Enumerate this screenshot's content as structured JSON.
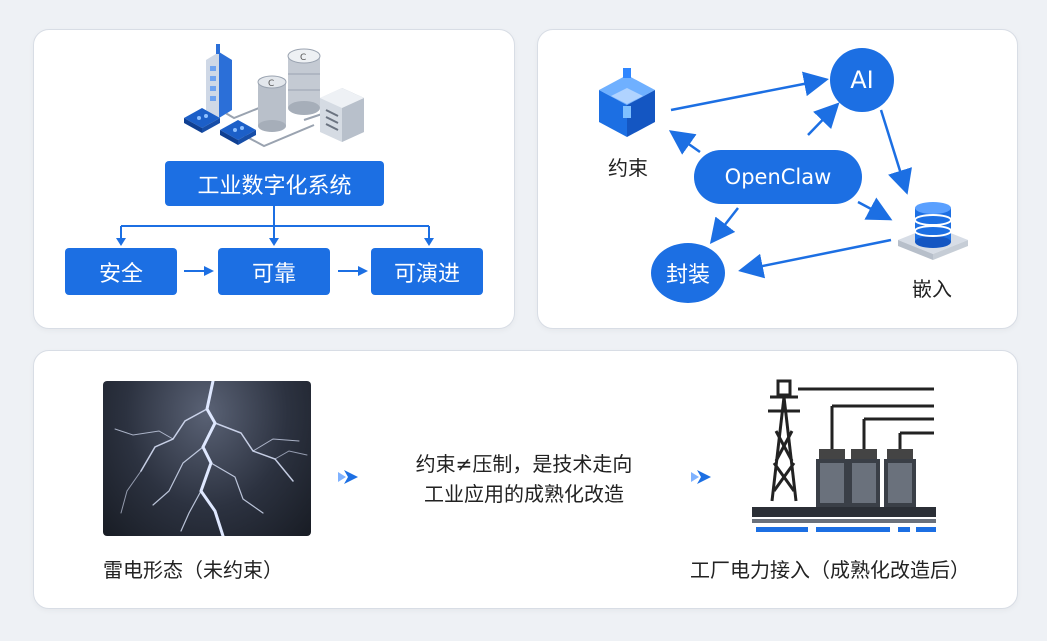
{
  "left_panel": {
    "system_label": "工业数字化系统",
    "attributes": [
      "安全",
      "可靠",
      "可演进"
    ]
  },
  "right_panel": {
    "center_node": "OpenClaw",
    "ai_node": "AI",
    "constraint_label": "约束",
    "embed_label": "嵌入",
    "encapsulate_label": "封装"
  },
  "bottom_panel": {
    "lightning_caption": "雷电形态（未约束）",
    "message_line1": "约束≠压制，是技术走向",
    "message_line2": "工业应用的成熟化改造",
    "factory_caption": "工厂电力接入（成熟化改造后）"
  },
  "colors": {
    "accent": "#1c6fe3",
    "panel_border": "#d8dde5",
    "background": "#eef1f5"
  }
}
